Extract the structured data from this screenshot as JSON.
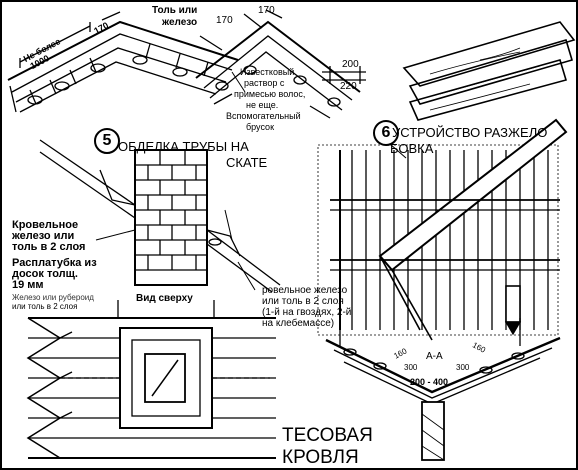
{
  "figure5": {
    "number": "5",
    "title_line1": "ОБДЕЛКА ТРУБЫ НА",
    "title_line2": "СКАТЕ",
    "label_roof_iron_1": "Кровельное",
    "label_roof_iron_2": "железо или",
    "label_roof_iron_3": "толь в 2 слоя",
    "label_sheathing_1": "Расплатубка из",
    "label_sheathing_2": "досок толщ.",
    "label_sheathing_3": "19 мм",
    "label_hidden_1": "Железо или рубероид",
    "label_hidden_2": "или толь в 2 слоя",
    "view_from_top": "Вид сверху",
    "label_roof_iron_right_1": "ровельное железо",
    "label_roof_iron_right_2": "или толь в 2 слоя",
    "label_roof_iron_right_3": "(1-й на гвоздях, 2-й",
    "label_roof_iron_right_4": "на клебемассе)"
  },
  "figure6": {
    "number": "6",
    "title_line1": "УСТРОЙСТВО РАЗЖЕЛО",
    "title_line2": "БОВКА"
  },
  "top_left": {
    "dim_not_more": "Не более",
    "dim_1000": "1000",
    "dim_170_a": "170",
    "label_tol_1": "Толь или",
    "label_tol_2": "железо"
  },
  "top_center": {
    "dim_170_b": "170",
    "dim_170_c": "170",
    "dim_200": "200",
    "dim_220": "220",
    "label_lime_1": "Известковый",
    "label_lime_2": "раствор с",
    "label_lime_3": "примесью волос,",
    "label_lime_4": "не еще.",
    "label_lime_5": "Вспомогательный",
    "label_lime_6": "брусок"
  },
  "section_aa": {
    "label": "А-А",
    "dim_160_l": "160",
    "dim_300_l": "300",
    "dim_160_r": "160",
    "dim_300_r": "300",
    "dim_range": "200 - 400"
  },
  "bottom": {
    "title_line1": "ТЕСОВАЯ",
    "title_line2": "КРОВЛЯ"
  }
}
